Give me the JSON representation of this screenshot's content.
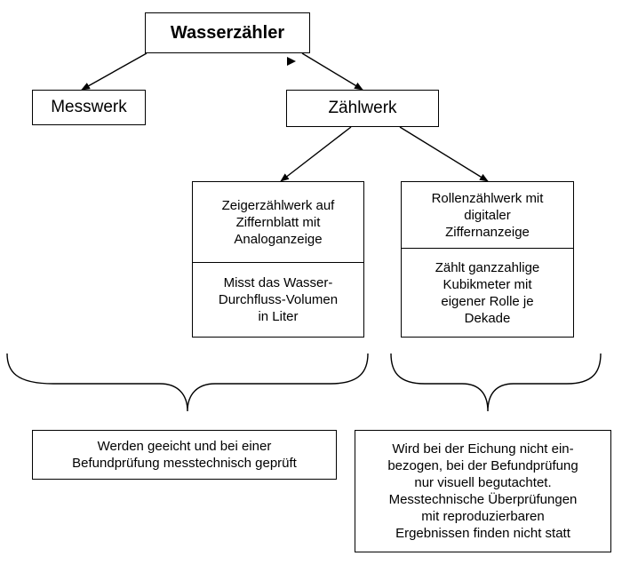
{
  "root": {
    "label": "Wasserzähler"
  },
  "children": [
    {
      "label": "Messwerk"
    },
    {
      "label": "Zählwerk"
    }
  ],
  "counters": [
    {
      "name": "Zeigerzählwerk auf\nZiffernblatt mit\nAnaloganzeige",
      "description": "Misst das Wasser-\nDurchfluss-Volumen\nin Liter"
    },
    {
      "name": "Rollenzählwerk mit\ndigitaler\nZiffernanzeige",
      "description": "Zählt ganzzahlige\nKubikmeter mit\neigener Rolle je\nDekade"
    }
  ],
  "notes": [
    {
      "text": "Werden geeicht und bei einer\nBefundprüfung messtechnisch geprüft"
    },
    {
      "text": "Wird bei der Eichung nicht ein-\nbezogen, bei der Befundprüfung\nnur visuell begutachtet.\nMesstechnische Überprüfungen\nmit reproduzierbaren\nErgebnissen finden nicht statt"
    }
  ]
}
